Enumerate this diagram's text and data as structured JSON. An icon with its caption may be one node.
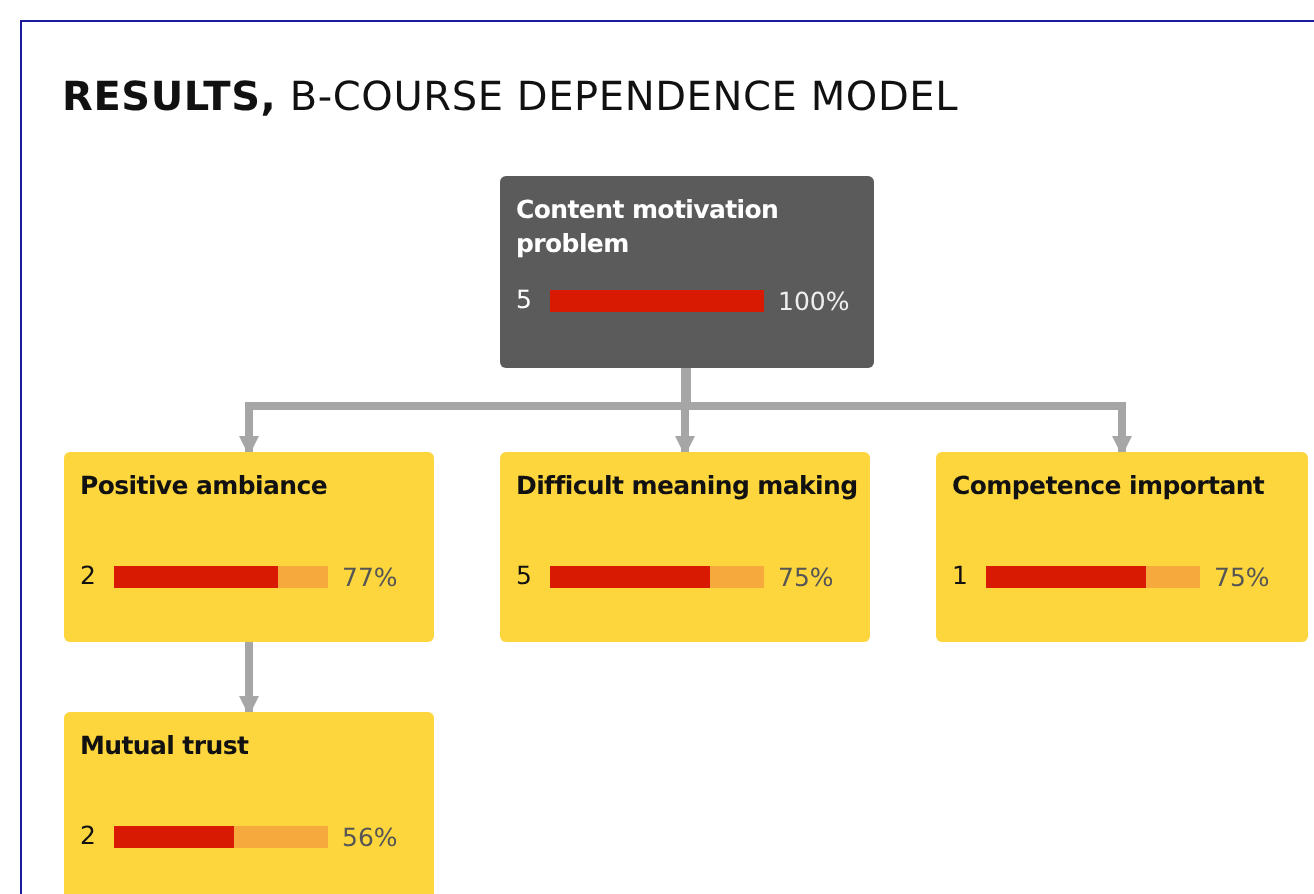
{
  "diagram": {
    "title": "**RESULTS,** B-COURSE DEPENDENCE MODEL",
    "nodes": [
      {
        "text": [
          "Content motivation problem",
          "5",
          "100%"
        ]
      },
      {
        "text": [
          "Positive ambiance",
          "2",
          "77%"
        ]
      },
      {
        "text": [
          "Difficult meaning making",
          "5",
          "75%"
        ]
      },
      {
        "text": [
          "Competence important",
          "1",
          "75%"
        ]
      },
      {
        "text": [
          "Mutual trust",
          "2",
          "56%"
        ]
      }
    ],
    "edges": [
      {
        "from": 0,
        "to": 1,
        "arrow": "to"
      },
      {
        "from": 0,
        "to": 2,
        "arrow": "to"
      },
      {
        "from": 0,
        "to": 3,
        "arrow": "to"
      },
      {
        "from": 1,
        "to": 4,
        "arrow": "to"
      }
    ]
  }
}
